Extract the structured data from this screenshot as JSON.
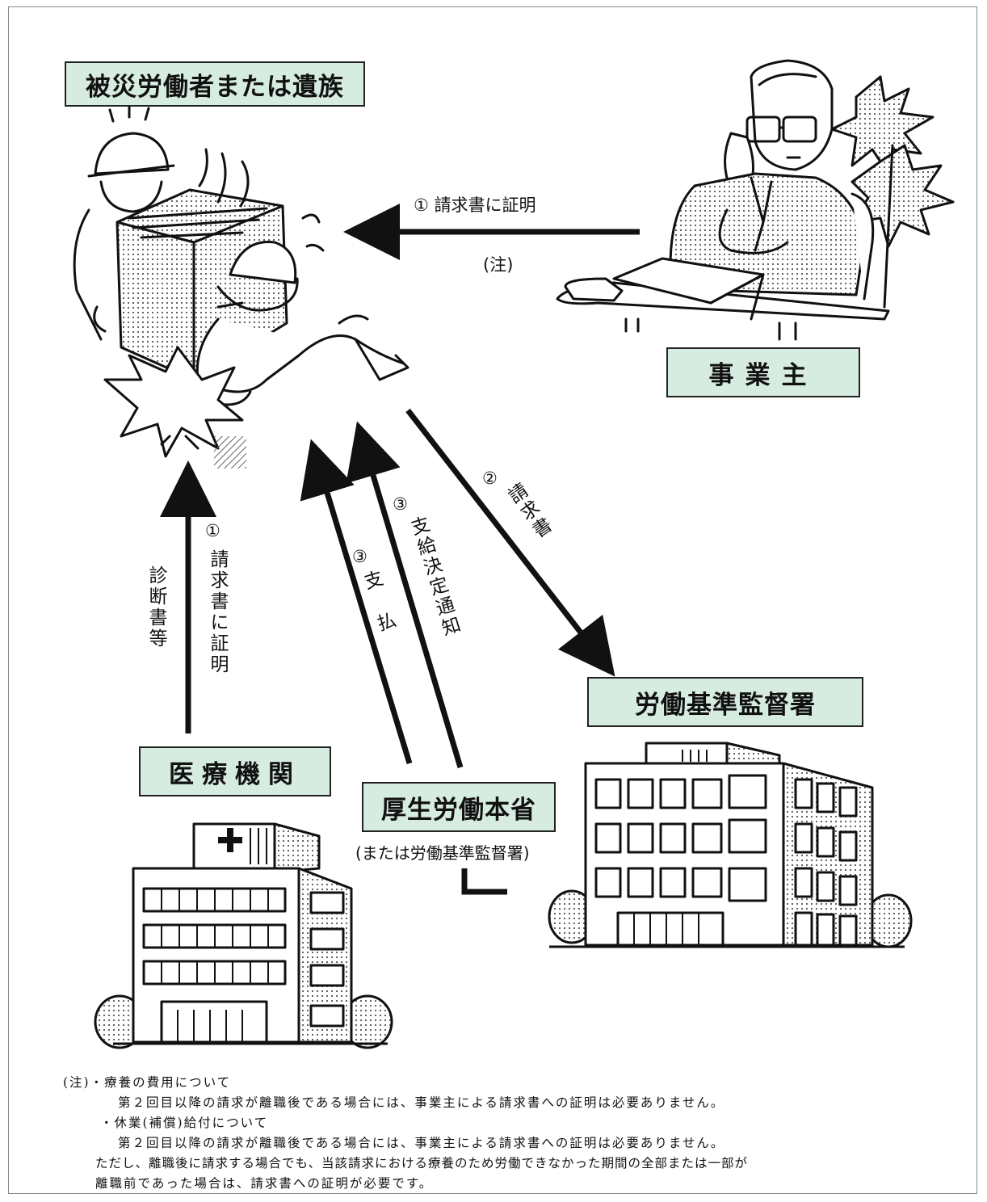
{
  "nodes": {
    "victim": "被災労働者または遺族",
    "employer": "事業主",
    "medical": "医療機関",
    "bureau": "労働基準監督署",
    "ministry": "厚生労働本省",
    "ministry_sub": "(または労働基準監督署)"
  },
  "edges": {
    "employer_to_victim": "① 請求書に証明",
    "employer_note": "(注)",
    "medical_num": "①",
    "medical_cert": "請求書に証明",
    "medical_diag": "診断書等",
    "payment_num": "③",
    "payment": "支 払",
    "decision_num": "③",
    "decision": "支給決定通知",
    "claim_num": "②",
    "claim": "請求書"
  },
  "notes": {
    "line1": "(注)・療養の費用について",
    "line2": "第２回目以降の請求が離職後である場合には、事業主による請求書への証明は必要ありません。",
    "line3": "・休業(補償)給付について",
    "line4": "第２回目以降の請求が離職後である場合には、事業主による請求書への証明は必要ありません。",
    "line5": "ただし、離職後に請求する場合でも、当該請求における療養のため労働できなかった期間の全部または一部が",
    "line6": "離職前であった場合は、請求書への証明が必要です。"
  },
  "colors": {
    "box_fill": "#d6ece0",
    "line": "#111111"
  }
}
